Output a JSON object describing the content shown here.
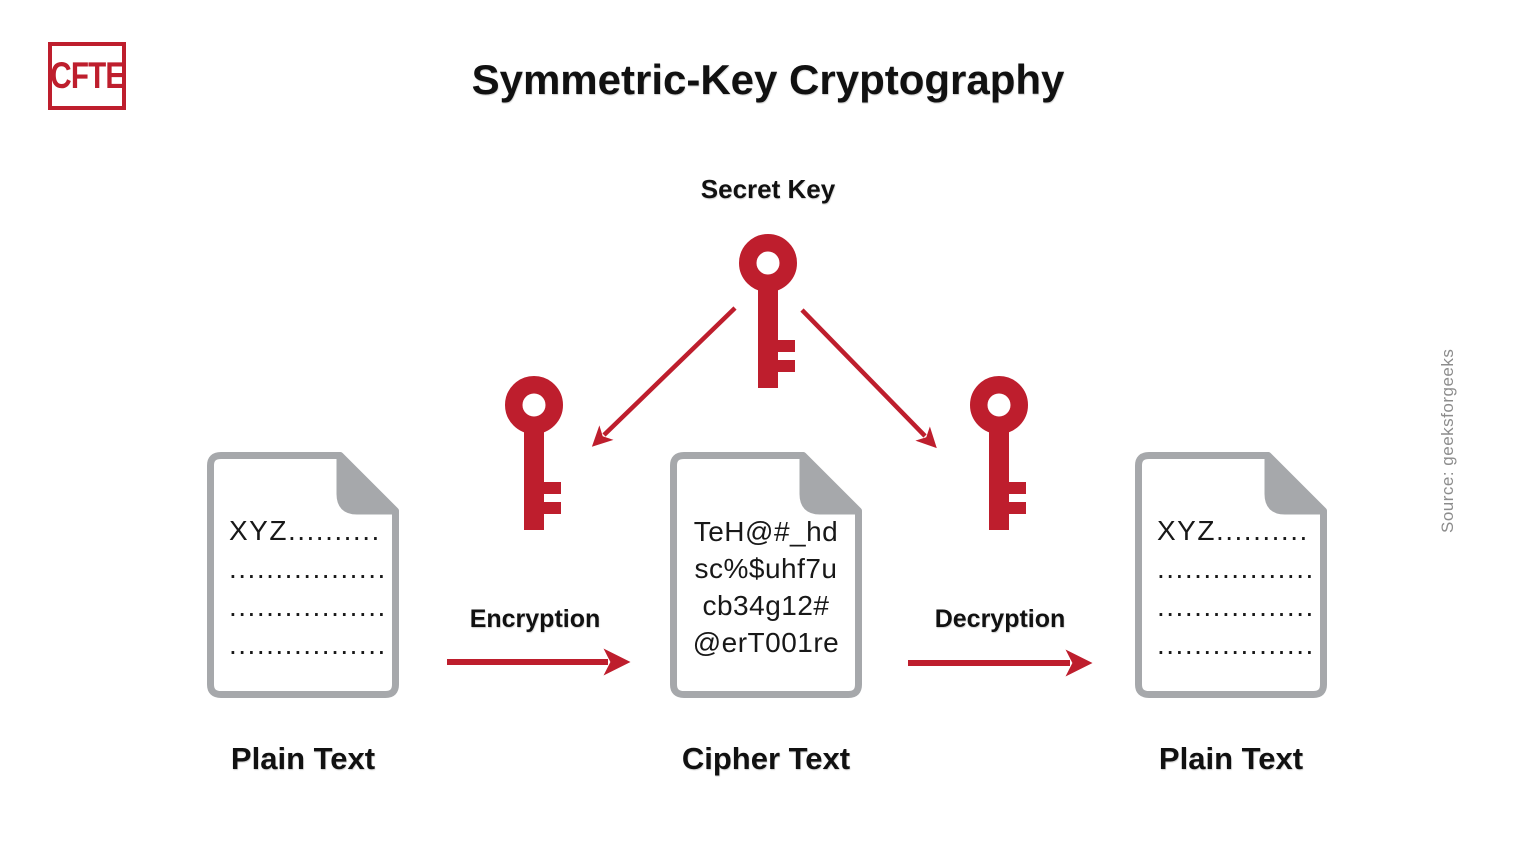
{
  "logo": {
    "text": "CFTE"
  },
  "title": "Symmetric-Key Cryptography",
  "secret_key": {
    "label": "Secret Key"
  },
  "process": {
    "encryption": "Encryption",
    "decryption": "Decryption"
  },
  "documents": {
    "plain_left": {
      "label": "Plain Text",
      "lines": [
        "XYZ..........",
        ".................",
        ".................",
        "................."
      ]
    },
    "cipher": {
      "label": "Cipher Text",
      "lines": [
        "TeH@#_hd",
        "sc%$uhf7u",
        "cb34g12#",
        "@erT001re"
      ]
    },
    "plain_right": {
      "label": "Plain Text",
      "lines": [
        "XYZ..........",
        ".................",
        ".................",
        "................."
      ]
    }
  },
  "source": {
    "text": "Source:  geeksforgeeks"
  },
  "colors": {
    "red": "#BE1E2D",
    "document_gray": "#A6A8AB",
    "ink": "#1A1A1A",
    "source_gray": "#8C8C8C"
  }
}
